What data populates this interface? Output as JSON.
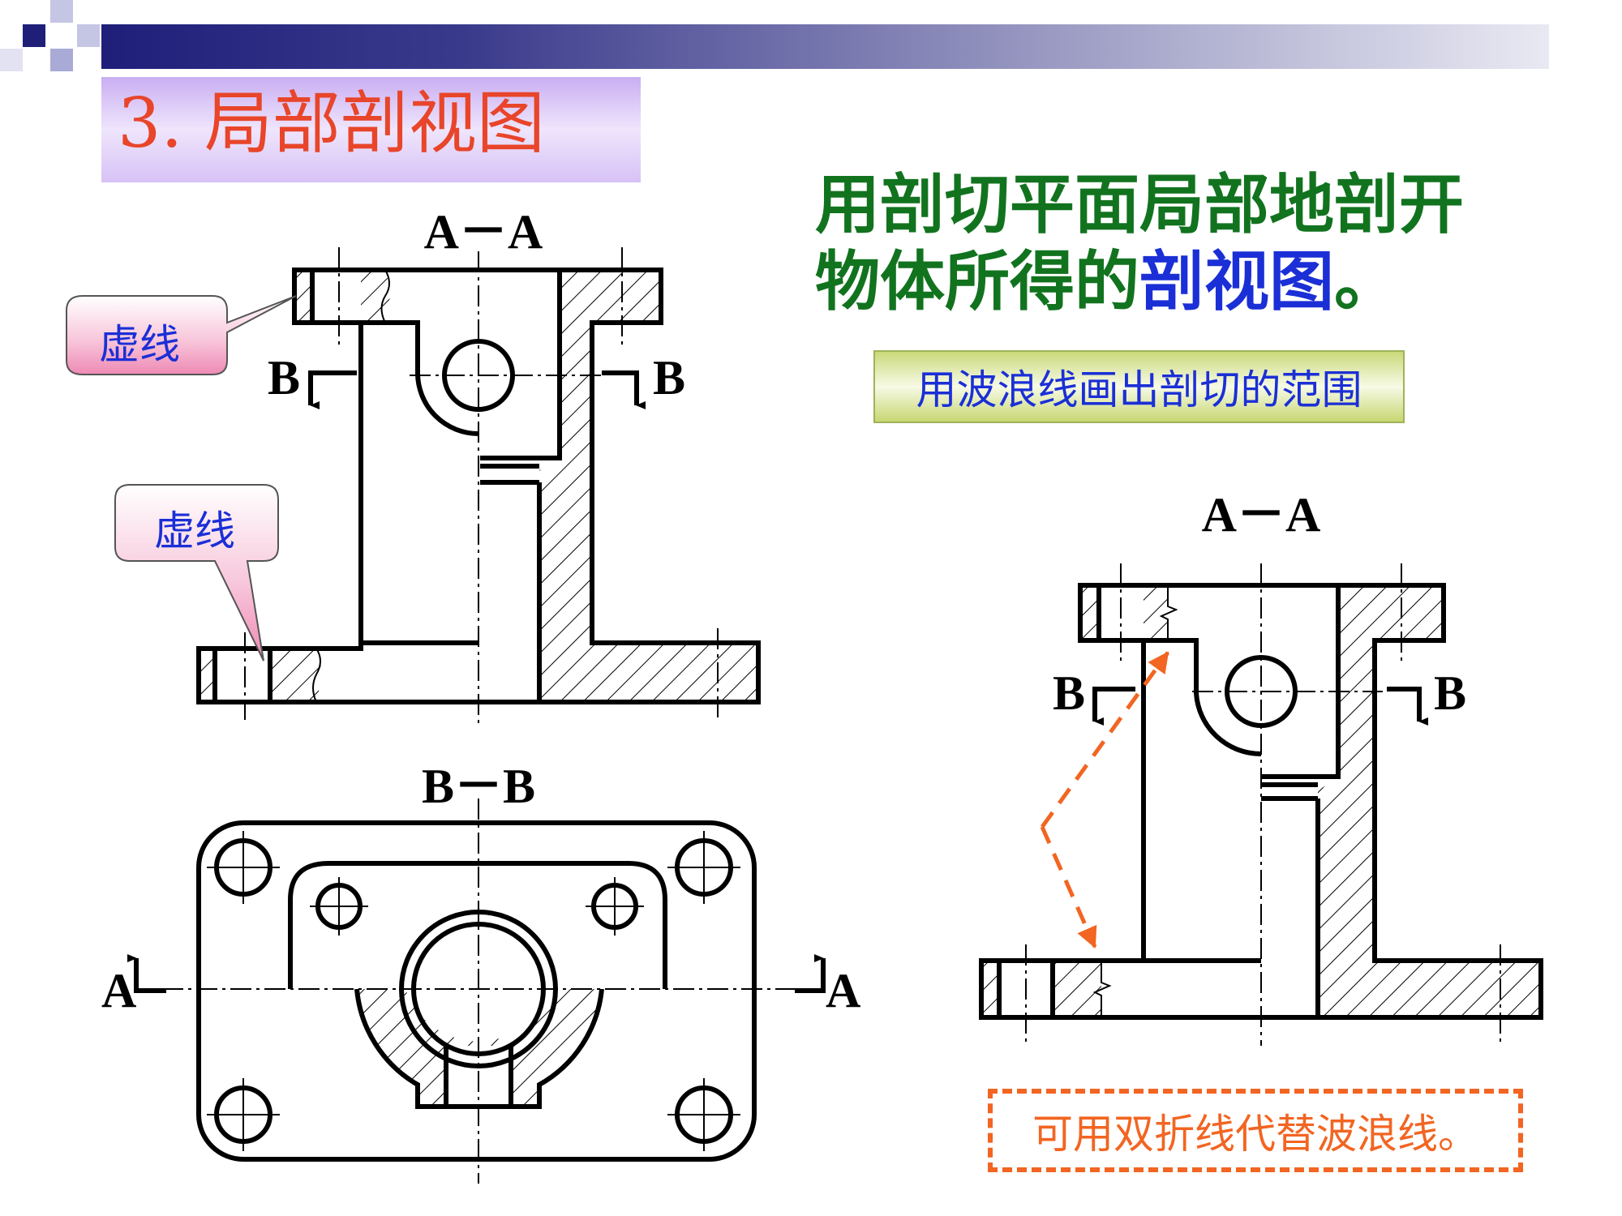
{
  "title": "3.  局部剖视图",
  "description": {
    "line1": "用剖切平面局部地剖开",
    "line2_main": "物体所得的",
    "line2_highlight": "剖视图",
    "line2_end": "。"
  },
  "note_box": "用波浪线画出剖切的范围",
  "callouts": {
    "dashed_line_1": "虚线",
    "dashed_line_2": "虚线"
  },
  "bottom_note": "可用双折线代替波浪线。",
  "labels": {
    "section_aa_top": "A－A",
    "section_aa_right": "A－A",
    "section_bb": "B－B",
    "b_left": "B",
    "b_right": "B",
    "b_left_2": "B",
    "b_right_2": "B",
    "a_left": "A",
    "a_right": "A"
  },
  "colors": {
    "title_text": "#e8452a",
    "subhead_green": "#12731f",
    "highlight_blue": "#1b2fd6",
    "accent_orange": "#f26522"
  }
}
